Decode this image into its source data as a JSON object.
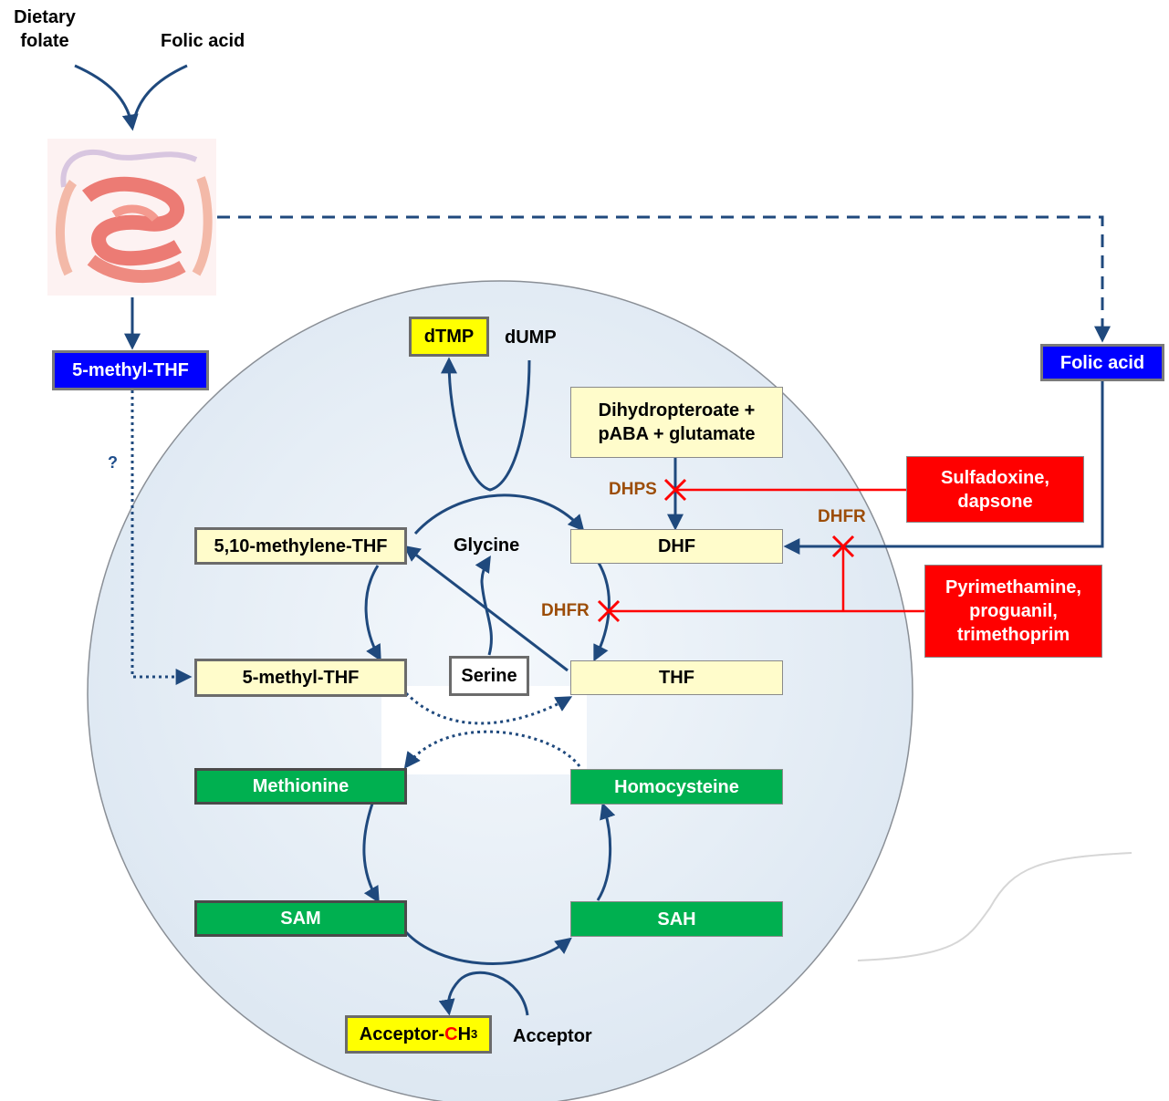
{
  "inputs": {
    "dietary_folate": "Dietary\nfolate",
    "folic_acid_intake": "Folic acid"
  },
  "gut_icon": "small-intestine-icon",
  "nodes": {
    "methyl_thf_outside": "5-methyl-THF",
    "folic_acid_outside": "Folic acid",
    "dtmp": "dTMP",
    "dump": "dUMP",
    "dihydropteroate": "Dihydropteroate +\npABA + glutamate",
    "methylene_thf": "5,10-methylene-THF",
    "glycine": "Glycine",
    "dhf": "DHF",
    "methyl_thf_inside": "5-methyl-THF",
    "serine": "Serine",
    "thf": "THF",
    "methionine": "Methionine",
    "homocysteine": "Homocysteine",
    "sam": "SAM",
    "sah": "SAH",
    "acceptor_ch3": {
      "prefix": "Acceptor-",
      "c": "C",
      "h": "H",
      "sub": "3"
    },
    "acceptor": "Acceptor"
  },
  "enzymes": {
    "dhps": "DHPS",
    "dhfr_upper": "DHFR",
    "dhfr_lower": "DHFR"
  },
  "drugs": {
    "sulfa": "Sulfadoxine,\ndapsone",
    "pyrimethamine": "Pyrimethamine,\nproguanil,\ntrimethoprim"
  },
  "unknown_transport": "?",
  "colors": {
    "arrow": "#1f497d",
    "inhibition": "#ff0000",
    "substrate_box": "#fffccb",
    "methyl_cycle_box": "#00b050",
    "highlight_box": "#ffff00",
    "extracellular_box": "#0000ff",
    "drug_box": "#ff0000",
    "enzyme_text": "#9c4d08",
    "cell_fill": "#e6eef6"
  }
}
